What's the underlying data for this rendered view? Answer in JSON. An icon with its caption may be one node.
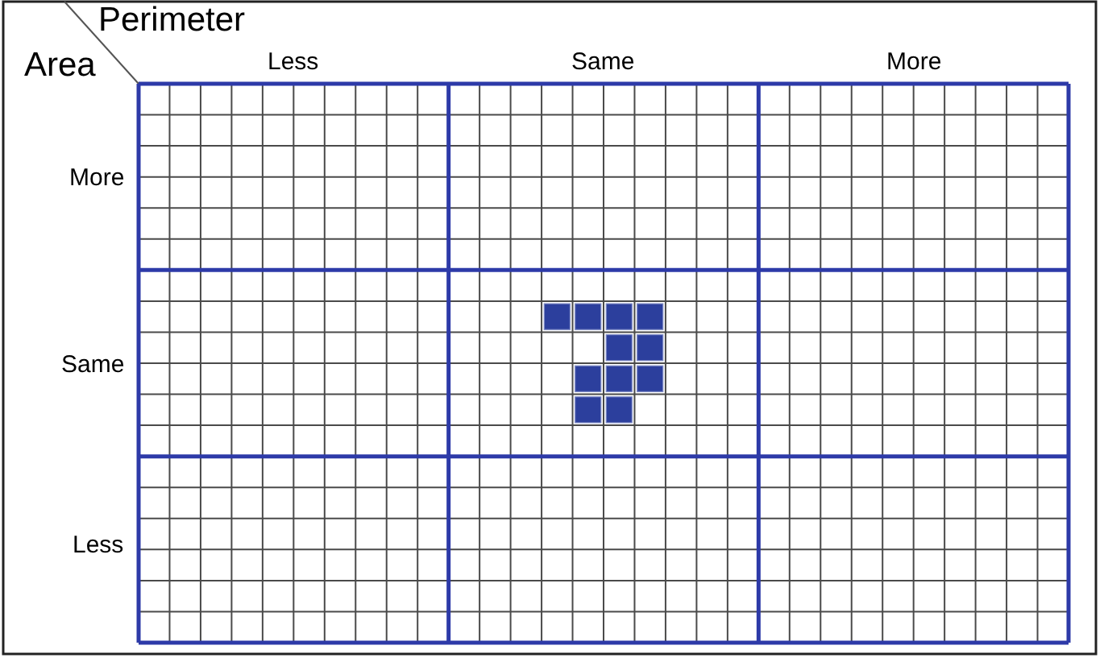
{
  "diagram": {
    "labels": [
      "Perimeter",
      "Area",
      "Less",
      "Same",
      "More",
      "More",
      "Same",
      "Less"
    ]
  }
}
